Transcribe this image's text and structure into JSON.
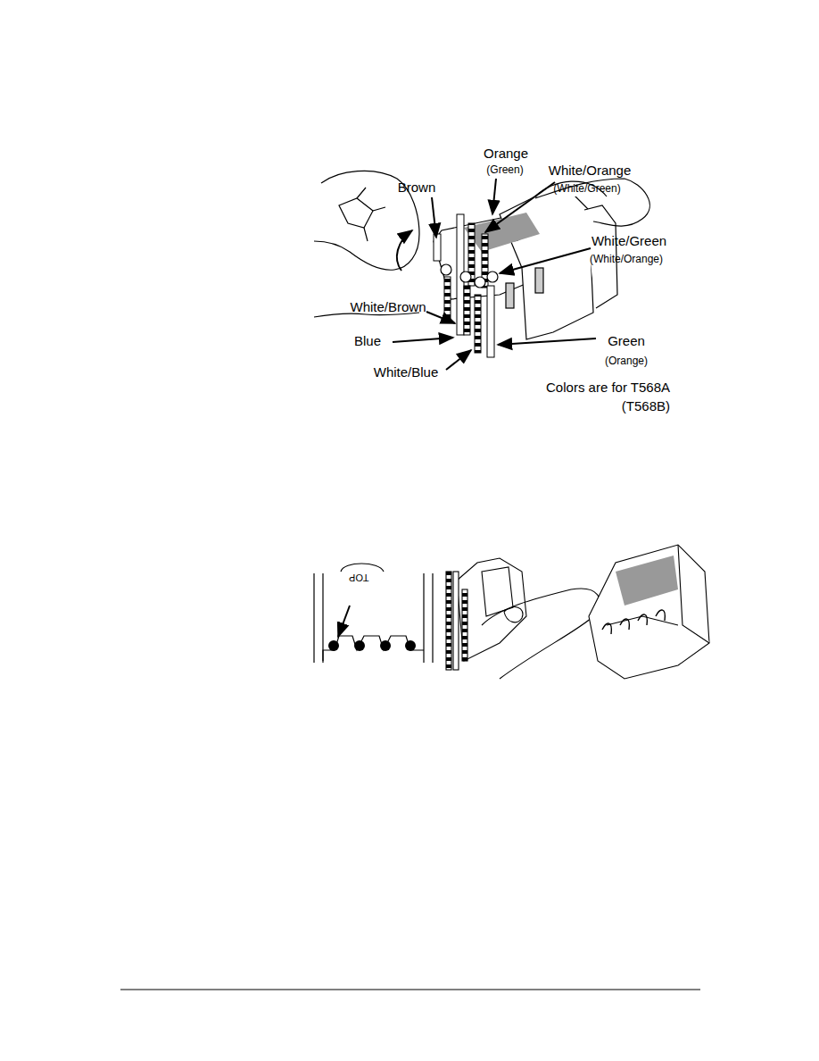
{
  "diagram": {
    "labels": [
      "Orange",
      "(Green)",
      "Brown",
      "White/Orange",
      "(White/Green)",
      "White/Green",
      "(White/Orange)",
      "White/Brown",
      "Blue",
      "Green",
      "(Orange)",
      "White/Blue",
      "Colors are for T568A",
      "(T568B)",
      "TOP"
    ]
  }
}
